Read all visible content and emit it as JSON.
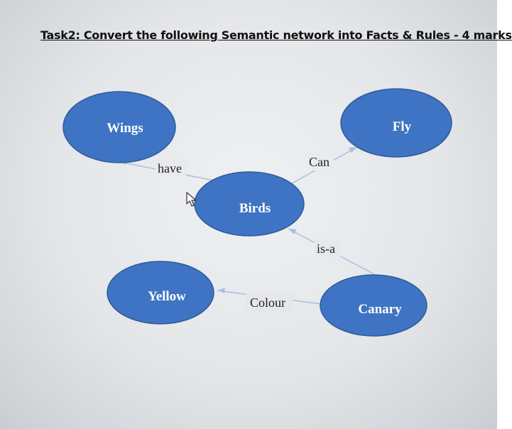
{
  "title": "Task2: Convert the following Semantic network into Facts & Rules - 4 marks",
  "nodes": {
    "wings": "Wings",
    "fly": "Fly",
    "birds": "Birds",
    "yellow": "Yellow",
    "canary": "Canary"
  },
  "edges": {
    "have": "have",
    "can": "Can",
    "is_a": "is-a",
    "colour": "Colour"
  },
  "colors": {
    "node_fill": "#3e74c3",
    "node_stroke": "#2f5b9a",
    "edge_line": "#a9c0e0"
  },
  "cursor_icon": "mouse-pointer-icon"
}
